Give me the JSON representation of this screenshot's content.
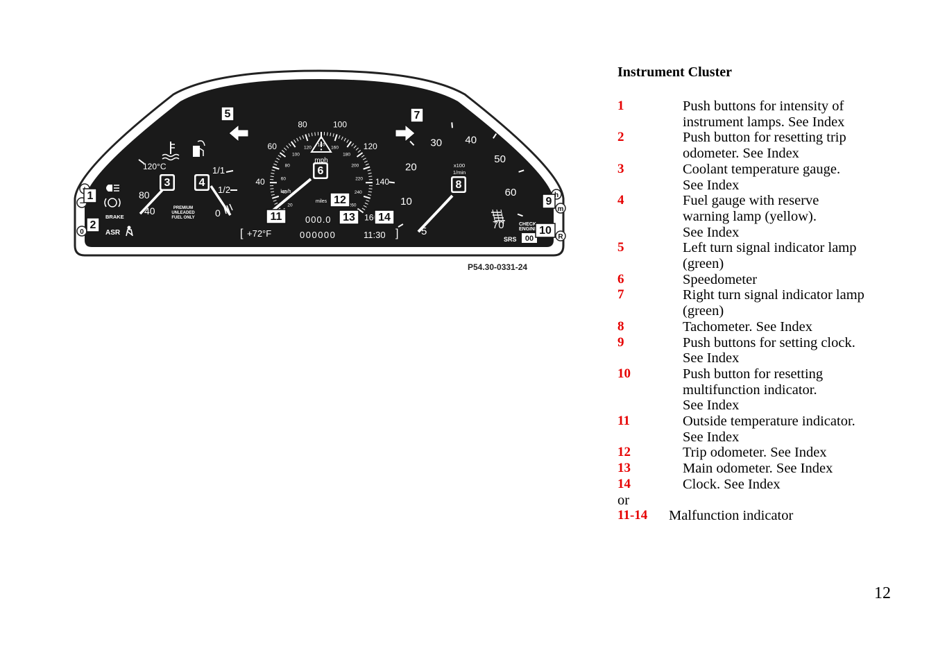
{
  "figure": {
    "code": "P54.30-0331-24",
    "callouts": [
      "1",
      "2",
      "3",
      "4",
      "5",
      "6",
      "7",
      "8",
      "9",
      "10",
      "11",
      "12",
      "13",
      "14"
    ],
    "gauges": {
      "coolant": {
        "ticks": [
          "120°C",
          "80",
          "40"
        ]
      },
      "fuel": {
        "ticks": [
          "1/1",
          "1/2",
          "0"
        ],
        "note": [
          "PREMIUM",
          "UNLEADED",
          "FUEL ONLY"
        ]
      },
      "speedometer": {
        "mph_ticks": [
          "20",
          "40",
          "60",
          "80",
          "100",
          "120",
          "140",
          "160"
        ],
        "kmh_ticks": [
          "20",
          "40",
          "60",
          "80",
          "100",
          "120",
          "140",
          "160",
          "180",
          "200",
          "220",
          "240",
          "260"
        ],
        "unit_mph": "mph",
        "unit_kmh": "km/h",
        "miles_label": "miles"
      },
      "tachometer": {
        "ticks": [
          "5",
          "10",
          "20",
          "30",
          "40",
          "50",
          "60",
          "70"
        ],
        "scale_line1": "x100",
        "scale_line2": "1/min"
      }
    },
    "displays": {
      "outside_temp": "+72°F",
      "trip_odometer": "000.0",
      "main_odometer": "000000",
      "clock": "11:30",
      "multifunction": "00"
    },
    "lamps": {
      "brake": "BRAKE",
      "asr": "ASR",
      "srs": "SRS",
      "check_engine_line1": "CHECK",
      "check_engine_line2": "ENGINE",
      "button_h": "h",
      "button_m": "m",
      "button_r": "R",
      "button_plus": "+",
      "button_minus": "−",
      "button_zero": "0"
    }
  },
  "legend": {
    "title": "Instrument Cluster",
    "items": [
      {
        "num": "1",
        "lines": [
          "Push buttons for intensity of",
          "instrument lamps. See Index"
        ]
      },
      {
        "num": "2",
        "lines": [
          "Push button for resetting trip",
          "odometer. See Index"
        ]
      },
      {
        "num": "3",
        "lines": [
          "Coolant temperature gauge.",
          "See Index"
        ]
      },
      {
        "num": "4",
        "lines": [
          "Fuel gauge with reserve",
          "warning lamp (yellow).",
          "See Index"
        ]
      },
      {
        "num": "5",
        "lines": [
          "Left turn signal indicator lamp",
          "(green)"
        ]
      },
      {
        "num": "6",
        "lines": [
          "Speedometer"
        ]
      },
      {
        "num": "7",
        "lines": [
          "Right turn signal indicator lamp",
          "(green)"
        ]
      },
      {
        "num": "8",
        "lines": [
          "Tachometer. See Index"
        ]
      },
      {
        "num": "9",
        "lines": [
          "Push buttons for setting clock.",
          "See Index"
        ]
      },
      {
        "num": "10",
        "lines": [
          "Push button for resetting",
          "multifunction indicator.",
          "See Index"
        ]
      },
      {
        "num": "11",
        "lines": [
          "Outside temperature indicator.",
          "See Index"
        ]
      },
      {
        "num": "12",
        "lines": [
          "Trip odometer. See Index"
        ]
      },
      {
        "num": "13",
        "lines": [
          "Main odometer. See Index"
        ]
      },
      {
        "num": "14",
        "lines": [
          "Clock. See Index"
        ]
      }
    ],
    "or_text": "or",
    "last_item": {
      "num": "11-14",
      "text": "Malfunction indicator"
    }
  },
  "page_number": "12"
}
